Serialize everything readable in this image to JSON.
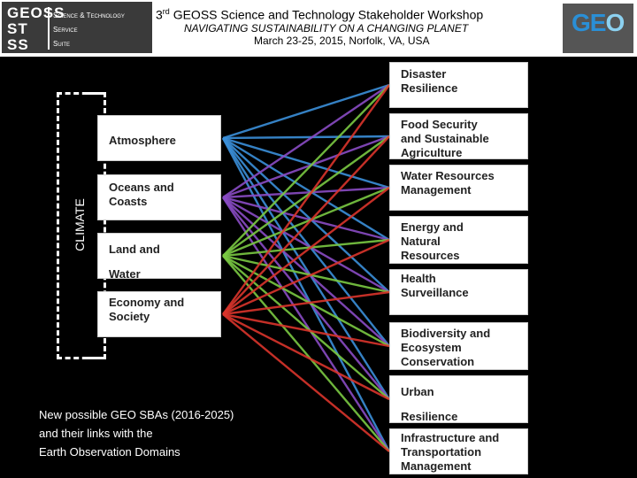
{
  "header": {
    "logo_left": {
      "letters": [
        "GEOSS",
        "ST",
        "SS"
      ],
      "subtext": [
        "Science & Technology",
        "Service",
        "Suite"
      ]
    },
    "title_prefix": "3",
    "title_sup": "rd",
    "title_rest": " GEOSS Science and Technology Stakeholder Workshop",
    "subtitle": "NAVIGATING SUSTAINABILITY ON A CHANGING PLANET",
    "date_place": "March 23-25, 2015, Norfolk, VA, USA",
    "logo_right": {
      "text_a": "G",
      "text_b": "E",
      "text_c": "O"
    }
  },
  "diagram": {
    "bracket_label": "CLIMATE",
    "domains": [
      {
        "lines": [
          "Atmosphere"
        ]
      },
      {
        "lines": [
          "Oceans and",
          "Coasts"
        ]
      },
      {
        "lines": [
          "Land and",
          "Water"
        ]
      },
      {
        "lines": [
          "Economy and",
          "Society"
        ]
      }
    ],
    "sbas": [
      {
        "lines": [
          "Disaster",
          "Resilience"
        ]
      },
      {
        "lines": [
          "Food Security",
          "and Sustainable",
          "Agriculture"
        ]
      },
      {
        "lines": [
          "Water Resources",
          "Management"
        ]
      },
      {
        "lines": [
          "Energy and",
          "Natural",
          "Resources"
        ]
      },
      {
        "lines": [
          "Health",
          "Surveillance"
        ]
      },
      {
        "lines": [
          "Biodiversity and",
          "Ecosystem",
          "Conservation"
        ]
      },
      {
        "lines": [
          "Urban",
          "Resilience"
        ]
      },
      {
        "lines": [
          "Infrastructure and",
          "Transportation",
          "Management"
        ]
      }
    ],
    "link_colors": [
      "#3b8fd9",
      "#8a4bc4",
      "#7ac943",
      "#d9342b"
    ]
  },
  "caption": {
    "lines": [
      "New possible GEO SBAs (2016-2025)",
      "and their links with the",
      "Earth Observation Domains"
    ]
  }
}
